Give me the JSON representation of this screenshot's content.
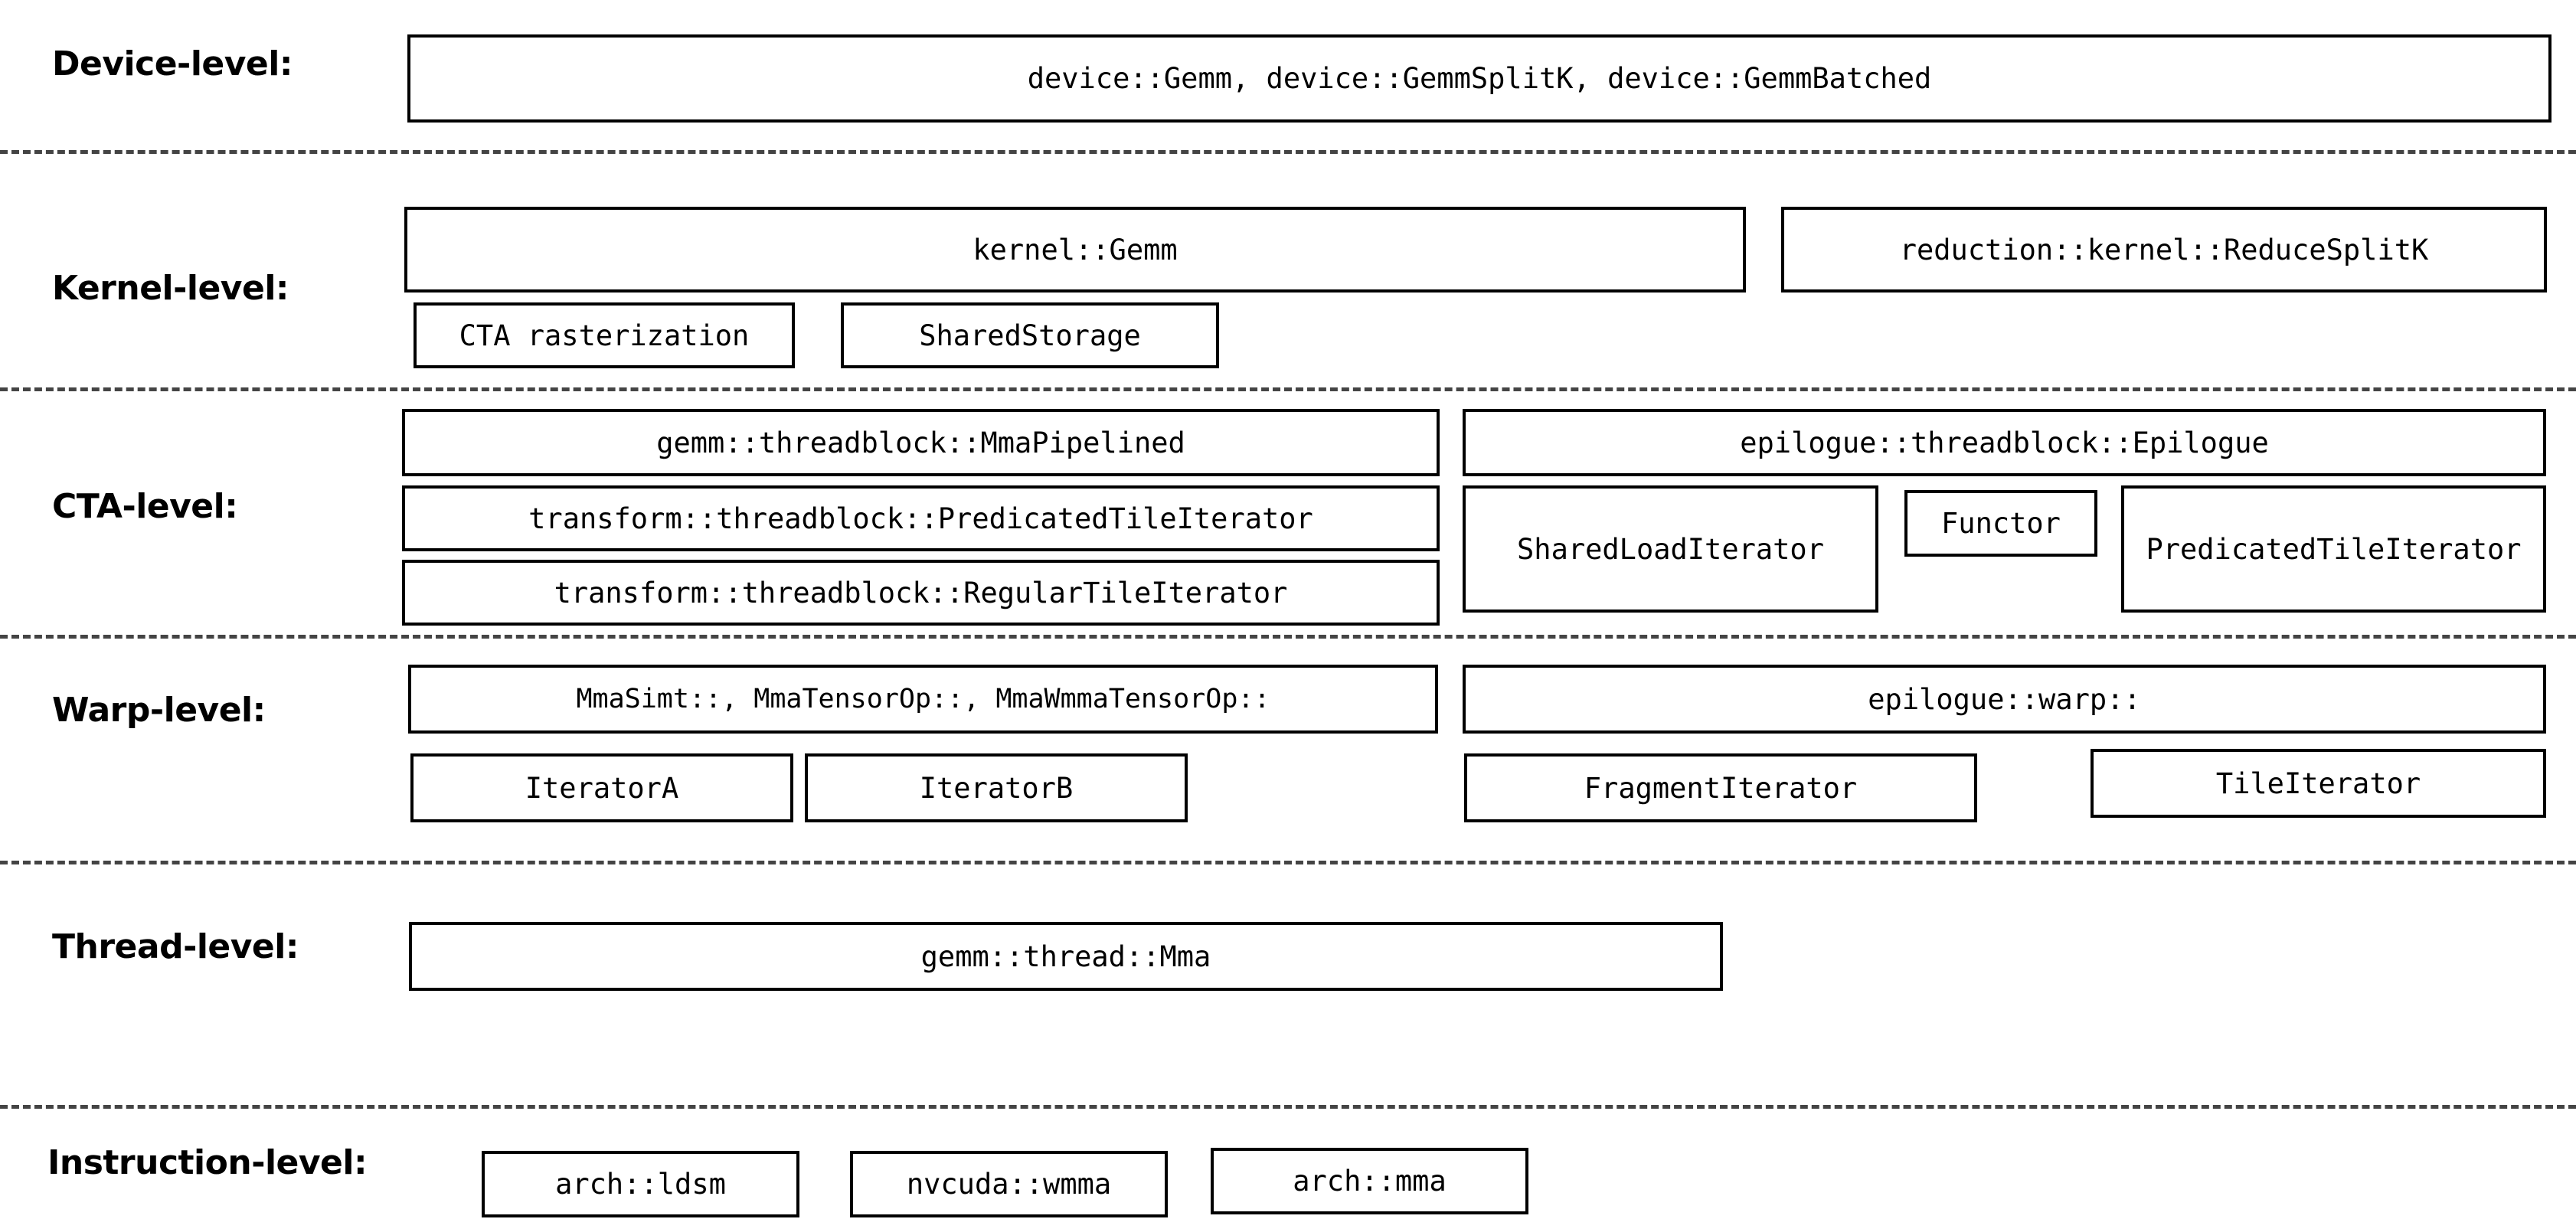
{
  "diagram": {
    "title": "CUTLASS GEMM component hierarchy",
    "type": "layered-block-diagram",
    "colors": {
      "box_border": "#000000",
      "box_fill": "#ffffff",
      "divider": "#444444",
      "text": "#000000",
      "background": "#ffffff"
    },
    "levels": [
      {
        "id": "device",
        "label": "Device-level:",
        "boxes": [
          {
            "id": "device-gemm",
            "text": "device::Gemm, device::GemmSplitK, device::GemmBatched"
          }
        ]
      },
      {
        "id": "kernel",
        "label": "Kernel-level:",
        "boxes": [
          {
            "id": "kernel-gemm",
            "text": "kernel::Gemm"
          },
          {
            "id": "reduction-kernel-reducesplitk",
            "text": "reduction::kernel::ReduceSplitK"
          },
          {
            "id": "cta-rasterization",
            "text": "CTA rasterization"
          },
          {
            "id": "shared-storage",
            "text": "SharedStorage"
          }
        ]
      },
      {
        "id": "cta",
        "label": "CTA-level:",
        "boxes": [
          {
            "id": "gemm-threadblock-mmapipelined",
            "text": "gemm::threadblock::MmaPipelined"
          },
          {
            "id": "transform-threadblock-predicatedtileiterator",
            "text": "transform::threadblock::PredicatedTileIterator"
          },
          {
            "id": "transform-threadblock-regulartileiterator",
            "text": "transform::threadblock::RegularTileIterator"
          },
          {
            "id": "epilogue-threadblock-epilogue",
            "text": "epilogue::threadblock::Epilogue"
          },
          {
            "id": "sharedloaditerator",
            "text": "SharedLoadIterator"
          },
          {
            "id": "functor",
            "text": "Functor"
          },
          {
            "id": "predicatedtileiterator",
            "text": "PredicatedTileIterator"
          }
        ]
      },
      {
        "id": "warp",
        "label": "Warp-level:",
        "boxes": [
          {
            "id": "mma-warp-ops",
            "text": "MmaSimt::, MmaTensorOp::, MmaWmmaTensorOp::"
          },
          {
            "id": "epilogue-warp",
            "text": "epilogue::warp::"
          },
          {
            "id": "iteratora",
            "text": "IteratorA"
          },
          {
            "id": "iteratorb",
            "text": "IteratorB"
          },
          {
            "id": "fragmentiterator",
            "text": "FragmentIterator"
          },
          {
            "id": "tileiterator",
            "text": "TileIterator"
          }
        ]
      },
      {
        "id": "thread",
        "label": "Thread-level:",
        "boxes": [
          {
            "id": "gemm-thread-mma",
            "text": "gemm::thread::Mma"
          }
        ]
      },
      {
        "id": "instruction",
        "label": "Instruction-level:",
        "boxes": [
          {
            "id": "arch-ldsm",
            "text": "arch::ldsm"
          },
          {
            "id": "nvcuda-wmma",
            "text": "nvcuda::wmma"
          },
          {
            "id": "arch-mma",
            "text": "arch::mma"
          }
        ]
      }
    ]
  }
}
